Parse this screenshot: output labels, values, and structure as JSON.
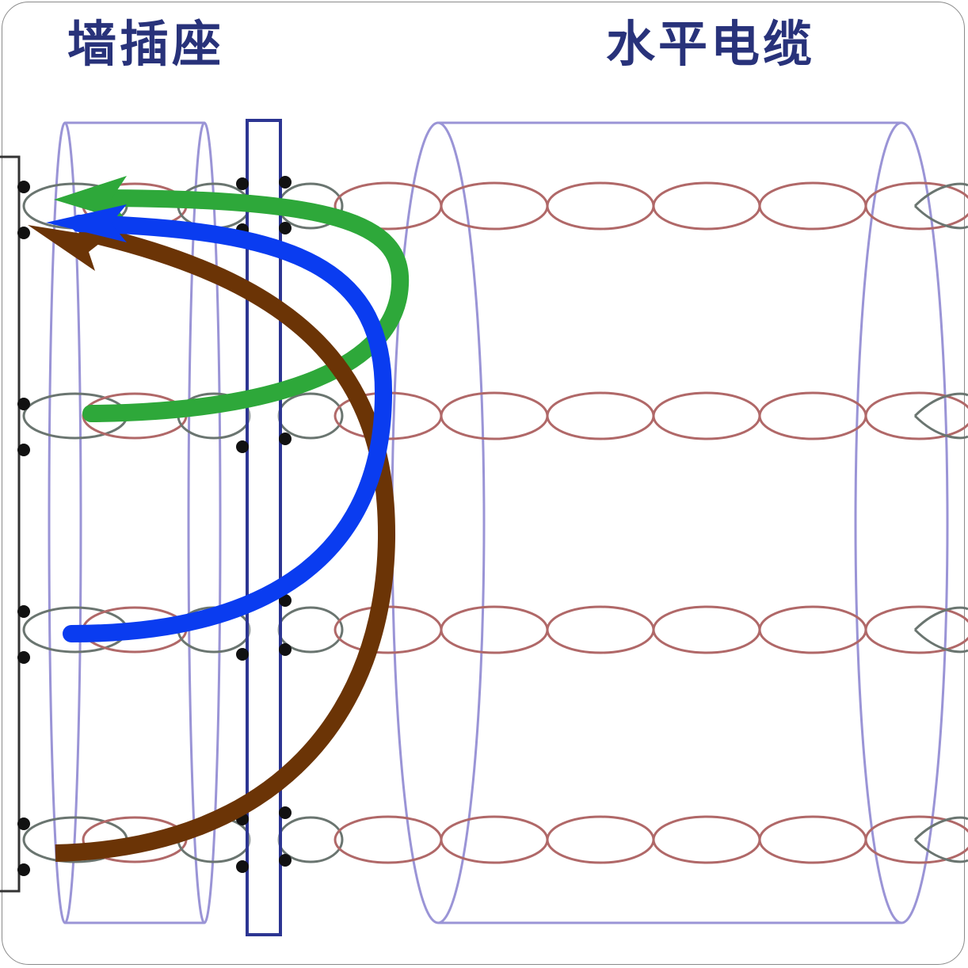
{
  "labels": {
    "wall_outlet": "墙插座",
    "horizontal_cable": "水平电缆"
  },
  "colors": {
    "title": "#28327a",
    "cylinder_outline": "#9a94d6",
    "faceplate_outline": "#2c3592",
    "pair_loop_red": "#b06868",
    "pair_loop_grey": "#6a7570",
    "terminal_dot": "#111111",
    "bracket": "#333333",
    "arrow_green": "#2ea83a",
    "arrow_blue": "#0a3cf0",
    "arrow_brown": "#6b3406"
  },
  "diagram": {
    "wire_pairs": 4,
    "twists_in_cable": 6,
    "arrows": [
      {
        "color": "green",
        "from_pair": 2,
        "to_pair": 1
      },
      {
        "color": "blue",
        "from_pair": 3,
        "to_pair": 1
      },
      {
        "color": "brown",
        "from_pair": 4,
        "to_pair": 1
      }
    ]
  }
}
